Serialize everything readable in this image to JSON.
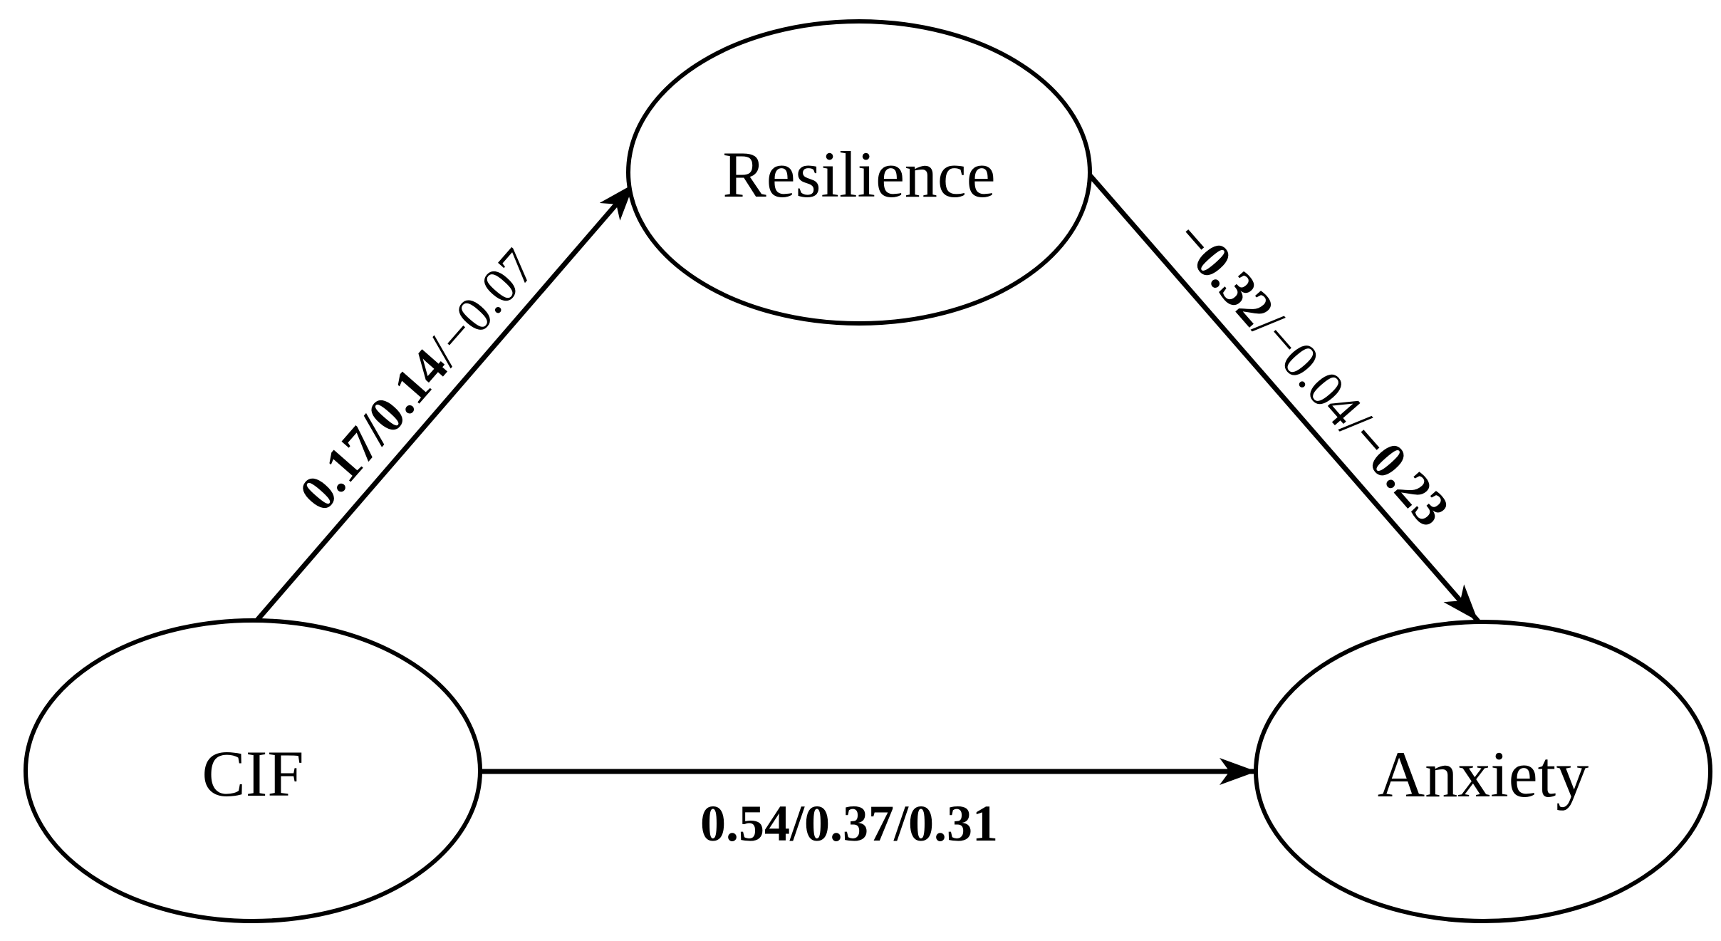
{
  "figure": {
    "description": "Mediation path diagram with three latent variables and three directed paths",
    "colors": {
      "background": "#ffffff",
      "stroke": "#000000",
      "text": "#000000"
    },
    "nodes": {
      "resilience": {
        "label": "Resilience",
        "shape": "ellipse"
      },
      "cif": {
        "label": "CIF",
        "shape": "ellipse"
      },
      "anxiety": {
        "label": "Anxiety",
        "shape": "ellipse"
      }
    },
    "edges": {
      "cif_to_resilience": {
        "from": "CIF",
        "to": "Resilience",
        "text": "0.17/0.14/−0.07",
        "parts": {
          "b1": "0.17/0.14",
          "r1": "/−0.07"
        }
      },
      "resilience_to_anxiety": {
        "from": "Resilience",
        "to": "Anxiety",
        "text": "−0.32/−0.04/−0.23",
        "parts": {
          "b1": "−0.32",
          "r1": "/−0.04/",
          "b2": "−0.23"
        }
      },
      "cif_to_anxiety": {
        "from": "CIF",
        "to": "Anxiety",
        "text": "0.54/0.37/0.31",
        "parts": {
          "b1": "0.54/0.37/0.31"
        }
      }
    }
  }
}
